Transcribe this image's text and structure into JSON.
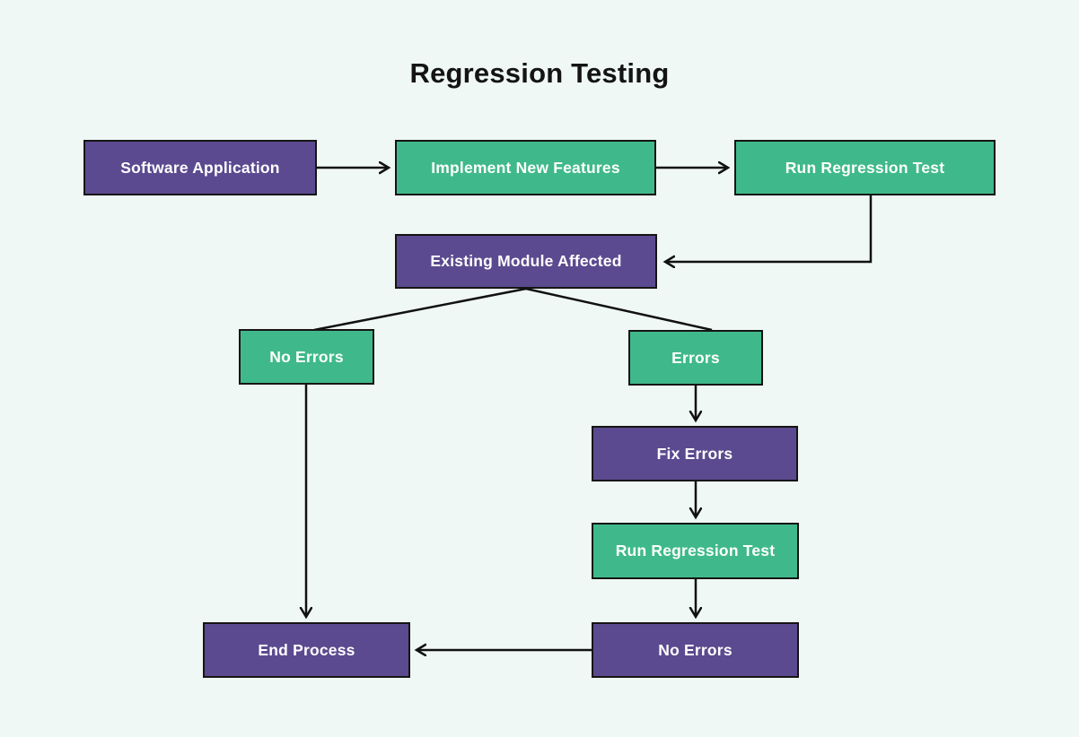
{
  "title": "Regression Testing",
  "colors": {
    "background": "#eff8f4",
    "node_purple": "#5b4a8f",
    "node_green": "#3fb98b",
    "node_border": "#151515",
    "edge": "#111111",
    "node_text": "#ffffff",
    "title_text": "#141414"
  },
  "nodes": {
    "software_application": {
      "label": "Software Application",
      "color": "purple"
    },
    "implement_new_features": {
      "label": "Implement New Features",
      "color": "green"
    },
    "run_regression_test_1": {
      "label": "Run Regression Test",
      "color": "green"
    },
    "existing_module_affected": {
      "label": "Existing Module Affected",
      "color": "purple"
    },
    "no_errors_branch": {
      "label": "No Errors",
      "color": "green"
    },
    "errors_branch": {
      "label": "Errors",
      "color": "green"
    },
    "fix_errors": {
      "label": "Fix Errors",
      "color": "purple"
    },
    "run_regression_test_2": {
      "label": "Run Regression Test",
      "color": "green"
    },
    "no_errors_final": {
      "label": "No Errors",
      "color": "purple"
    },
    "end_process": {
      "label": "End Process",
      "color": "purple"
    }
  },
  "edges": [
    {
      "from": "software_application",
      "to": "implement_new_features",
      "arrowhead": true
    },
    {
      "from": "implement_new_features",
      "to": "run_regression_test_1",
      "arrowhead": true
    },
    {
      "from": "run_regression_test_1",
      "to": "existing_module_affected",
      "arrowhead": true
    },
    {
      "from": "existing_module_affected",
      "to": "no_errors_branch",
      "arrowhead": false
    },
    {
      "from": "existing_module_affected",
      "to": "errors_branch",
      "arrowhead": false
    },
    {
      "from": "no_errors_branch",
      "to": "end_process",
      "arrowhead": true
    },
    {
      "from": "errors_branch",
      "to": "fix_errors",
      "arrowhead": true
    },
    {
      "from": "fix_errors",
      "to": "run_regression_test_2",
      "arrowhead": true
    },
    {
      "from": "run_regression_test_2",
      "to": "no_errors_final",
      "arrowhead": true
    },
    {
      "from": "no_errors_final",
      "to": "end_process",
      "arrowhead": true
    }
  ]
}
